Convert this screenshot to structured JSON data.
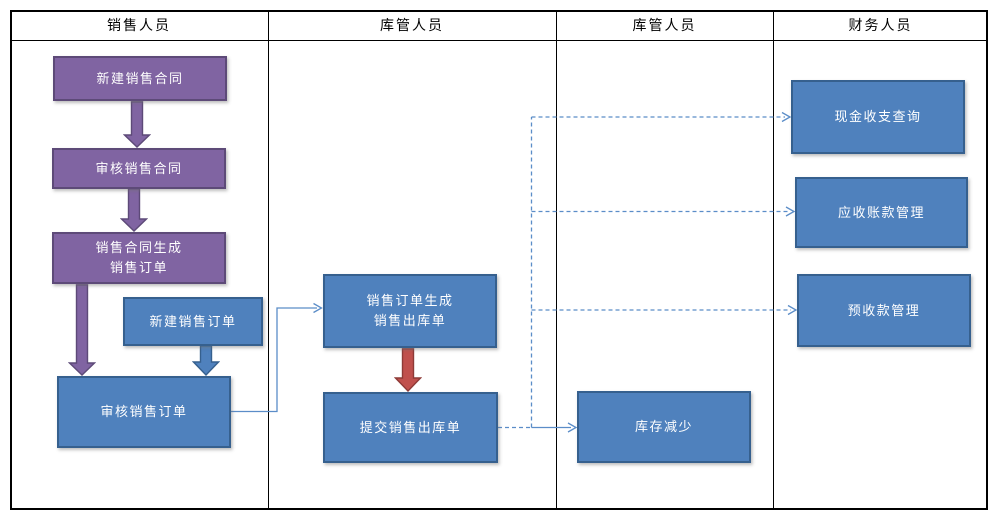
{
  "header": {
    "lanes": [
      "销售人员",
      "库管人员",
      "库管人员",
      "财务人员"
    ]
  },
  "boxes": {
    "new_contract": {
      "label": "新建销售合同"
    },
    "review_contract": {
      "label": "审核销售合同"
    },
    "contract_to_order": {
      "line1": "销售合同生成",
      "line2": "销售订单"
    },
    "new_order": {
      "label": "新建销售订单"
    },
    "review_order": {
      "label": "审核销售订单"
    },
    "order_to_outbound": {
      "line1": "销售订单生成",
      "line2": "销售出库单"
    },
    "submit_outbound": {
      "label": "提交销售出库单"
    },
    "inventory_decrease": {
      "label": "库存减少"
    },
    "cash_query": {
      "label": "现金收支查询"
    },
    "receivables_mgmt": {
      "label": "应收账款管理"
    },
    "advance_mgmt": {
      "label": "预收款管理"
    }
  },
  "colors": {
    "purple_fill": "#8064A2",
    "purple_border": "#5d4a78",
    "blue_fill": "#4F81BD",
    "blue_border": "#36608e",
    "red_fill": "#C0504D",
    "red_border": "#8e3a37",
    "connector": "#5b8dc8",
    "frame_line": "#000000"
  }
}
